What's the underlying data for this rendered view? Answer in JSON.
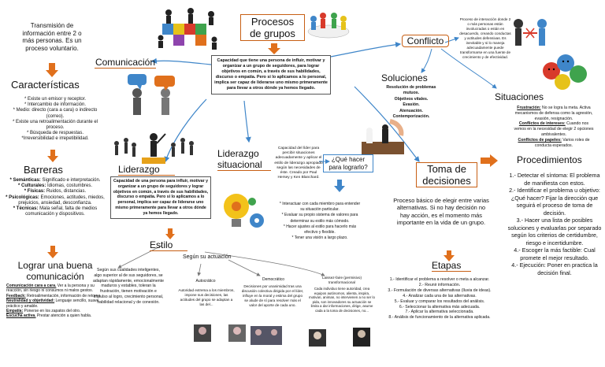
{
  "center": {
    "title_line1": "Procesos",
    "title_line2": "de grupos",
    "definition": "Capacidad que tiene una persona de influir, motivar y organizar a un grupo de seguidores, para lograr objetivos en común, a través de sus habilidades, discurso o empatía. Pero si lo aplicamos a lo personal, implica ser capaz de liderarse uno mismo primeramente para llevar a otros dónde ya hemos llegado."
  },
  "comunicacion": {
    "intro": "Transmisión de información entre 2 o más personas.  Es un proceso voluntario.",
    "title": "Comunicación",
    "caracteristicas_title": "Características",
    "caracteristicas": [
      "* Existe un emisor y receptor.",
      "* Intercambio de información.",
      "* Medio: directo (cara a cara) o indirecto (correo).",
      "* Existe una retroalimentación durante el proceso.",
      "* Búsqueda de respuestas.",
      "*Irreversibilidad e irrepetibilidad."
    ],
    "barreras_title": "Barreras",
    "barreras": [
      {
        "label": "* Semánticas:",
        "text": " Significado e interpretación."
      },
      {
        "label": "* Culturales:",
        "text": " Idiomas, costumbres."
      },
      {
        "label": "* Físicas:",
        "text": " Ruidos, distancias."
      },
      {
        "label": "* Psicológicas:",
        "text": " Emociones, actitudes, miedos, prejuicios, ansiedad, desconfianza."
      },
      {
        "label": "* Técnicas:",
        "text": " Mala señal, falta de medios comunicación y dispositivos."
      }
    ],
    "buena_title": "Lograr una buena comunicación",
    "buena": [
      {
        "label": "Comunicación cara a cara.",
        "text": " Ver a la persona y su reacción, sin riesgo ni consumos ni malos gestos."
      },
      {
        "label": "Feedback:",
        "text": " Retroalimentación, información de retorno."
      },
      {
        "label": "Neutralidad y objetividad:",
        "text": " Lenguaje sencillo, suave, práctico y amable."
      },
      {
        "label": "Empatía:",
        "text": " Ponerse en los zapatos del otro."
      },
      {
        "label": "Escucha activa.",
        "text": " Prestar atención a quien habla."
      }
    ]
  },
  "liderazgo": {
    "title": "Liderazgo",
    "definition": "Capacidad de una persona para influir, motivar y organizar a un grupo de seguidores y lograr objetivos en común, a través de sus habilidades, discurso o empatía.  Pero si lo aplicamos a lo personal,  implica ser capaz de liderarse uno mismo primeramente para llevar a otros dónde ya hemos llegado.",
    "estilo_title": "Estilo",
    "segun_cualidades": "Según sus cualidades inteligentes, algo superior al de sus seguidores, se adaptan rápidamente, emocionalmente maduros y estables, toleran la frustración, tienen motivación e impulso al logro, crecimiento personal, habilidad relacional y de conexión.",
    "segun_actuacion": "Según su actuación",
    "styles": [
      {
        "name": "Autocrático",
        "text": "Autoridad extrema a los miembros, impone sus decisiones, las actitudes del grupo se adaptan a las del..."
      },
      {
        "name": "Democrático",
        "text": "Decisiones por unanimidad tras una discusión colectiva dirigida por el líder, influye en la moral y estima del grupo se alude de sí para resolver más el valor del aporte de cada uno."
      },
      {
        "name": "Laissez-faire (permisivo) transformacional",
        "text": "Cada individuo tiene autoridad, crea equipos autónomos, alienta, inspira, motivan, animan, no intervienen a no ser lo pida, son innovadores su actuación se limita a dar informaciones, dirige, asume cada a la toma de decisiones, no..."
      }
    ]
  },
  "situacional": {
    "title_line1": "Liderazgo",
    "title_line2": "situacional",
    "definition": "Capacidad del líder para percibir situaciones adecuadamente y aplicar el estilo de liderazgo apropiado según las necesidades de éste. Creado por Paul Hersey y Ken Blanchard.",
    "question": "¿Qué hacer para lograrlo?",
    "steps": [
      "* Interactuar con cada miembro para entender su situación particular.",
      "* Evaluar su propio sistema de valores para determinar su estilo más cómodo.",
      "* Hacer ajustes al estilo para hacerlo más efectivo y flexible.",
      "* Tener una visión a largo plazo."
    ]
  },
  "conflicto": {
    "title": "Conflicto",
    "definition": "Proceso de interacción donde 2 o más personas están involucradas o están en desacuerdo, creando conductas y actitudes defensivas. Es inevitable y si lo maneja adecuadamente puede transformarse en una fuente de crecimiento y de efectividad.",
    "soluciones_title": "Soluciones",
    "soluciones": [
      "Resolución de problemas mutuos.",
      "Objetivos vitales.",
      "Evasión.",
      "Atenuación.",
      "Contemporización."
    ],
    "situaciones_title": "Situaciones",
    "situaciones": [
      {
        "label": "Frustración:",
        "text": " No se logra la meta. Activa mecanismos de defensa como la agresión, evasión, resignación."
      },
      {
        "label": "Conflictos de intereses:",
        "text": " Cuando nos vemos en la necesidad de elegir 2 opciones ambivalentes."
      },
      {
        "label": "Conflictos de papeles:",
        "text": " Varios roles de conducta esperados."
      }
    ]
  },
  "decisiones": {
    "title_line1": "Toma de",
    "title_line2": "decisiones",
    "definition": "Proceso básico de elegir entre varias alternativas. Si no hay decisión no hay acción, es el momento más importante en la vida de un grupo.",
    "etapas_title": "Etapas",
    "etapas": [
      "1.- Identificar el problema a resolver o meta a alcanzar.",
      "2.- Reunir información.",
      "3.- Formulación de diversas alternativas (lluvia de ideas).",
      "4.- Analizar cada una de las alternativas.",
      "5.- Evaluar y comparar los resultados del análisis.",
      "6.- Seleccionar la alternativa más adecuada.",
      "7.- Aplicar la alternativa seleccionada.",
      "8.- Análisis de funcionamiento de la alternativa aplicada."
    ],
    "procedimientos_title": "Procedimientos",
    "procedimientos": [
      "1.- Detectar el síntoma: El problema de manifiesta con estos.",
      "2.- Identificar el problema u objetivo: ¿Qué hacer? Fijar la dirección que seguirá el proceso de toma de decisión.",
      "3.- Hacer una lista de posibles soluciones y evaluarlas por separado según los criterios de certidumbre, riesgo e incertidumbre.",
      "4.- Escoger la más factible: Cual promete el mejor resultado.",
      "4.- Ejecución: Poner en practica la decisión final."
    ]
  },
  "colors": {
    "orange": "#e0701c",
    "orange_dark": "#c75f14",
    "blue_line": "#3f86c9",
    "gray_line": "#808080"
  }
}
